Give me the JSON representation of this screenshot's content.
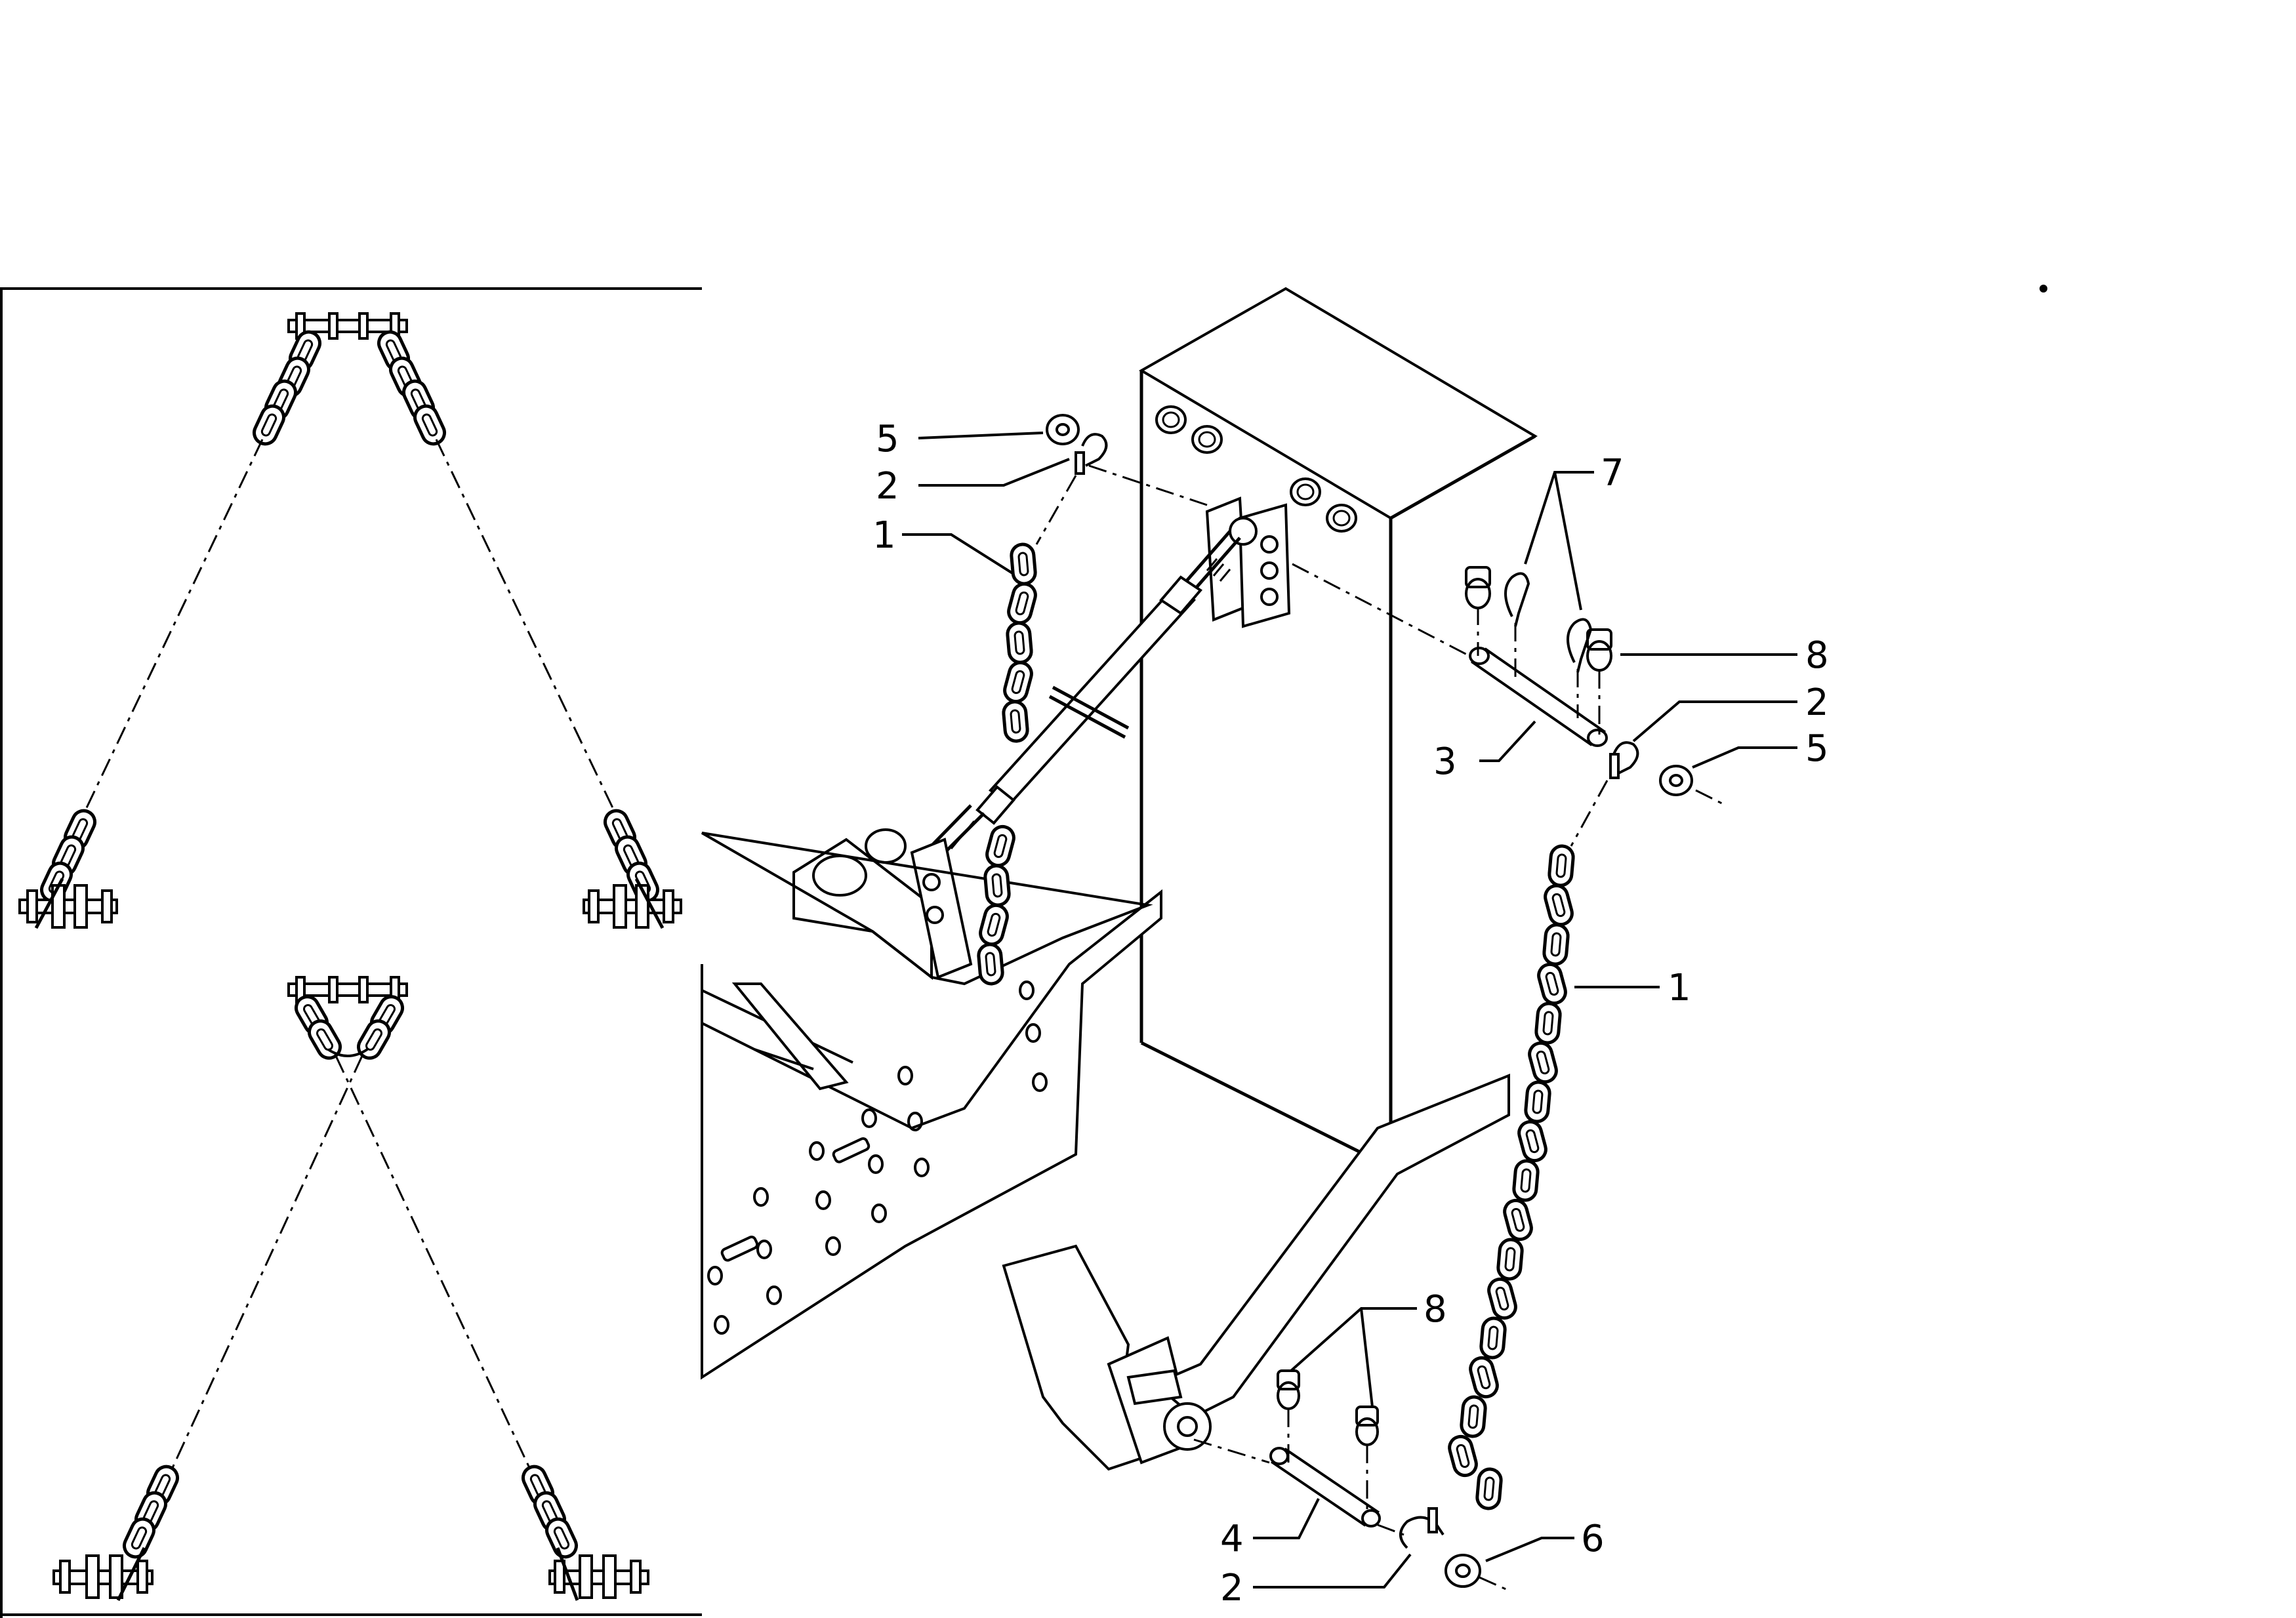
{
  "callouts": {
    "c5_top": "5",
    "c2_top": "2",
    "c1_left": "1",
    "c7": "7",
    "c8_top": "8",
    "c2_right": "2",
    "c5_right": "5",
    "c3": "3",
    "c1_right": "1",
    "c8_bottom": "8",
    "c4": "4",
    "c6": "6",
    "c2_bottom": "2"
  }
}
